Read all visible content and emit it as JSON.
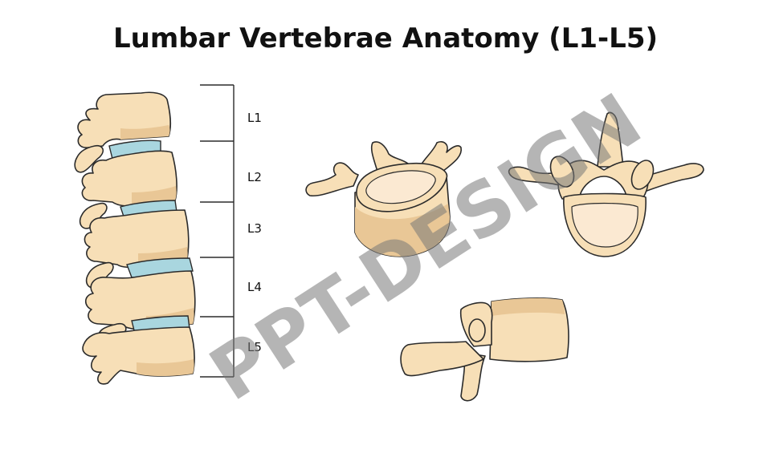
{
  "title": "Lumbar Vertebrae Anatomy (L1-L5)",
  "levels": [
    "L1",
    "L2",
    "L3",
    "L4",
    "L5"
  ],
  "watermark": "PPT-DESIGN",
  "colors": {
    "bone": "#f7dfb7",
    "bone_shadow": "#e9c796",
    "disc": "#a9d6df",
    "outline": "#2b2b2b",
    "foramen": "#ffffff"
  }
}
